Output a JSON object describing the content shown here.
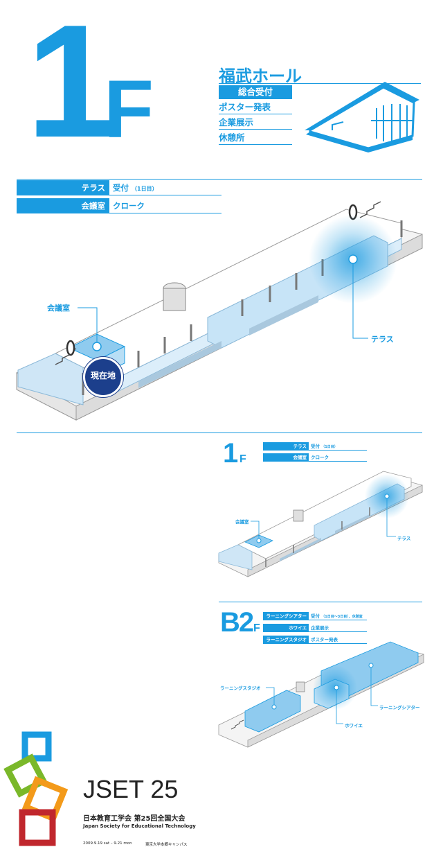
{
  "header": {
    "floor_number": "1",
    "floor_letter": "F",
    "hall_title": "福武ホール",
    "hall_items": [
      "総合受付",
      "ポスター発表",
      "企業展示",
      "休憩所"
    ],
    "selected_index": 0
  },
  "main_map": {
    "rows": [
      {
        "label": "テラス",
        "value": "受付",
        "value_note": "（1日目）"
      },
      {
        "label": "会議室",
        "value": "クローク"
      }
    ],
    "callouts": {
      "meeting_room": "会議室",
      "terrace": "テラス",
      "current_location": "現在地"
    }
  },
  "mini_1f": {
    "floor_number": "1",
    "floor_letter": "F",
    "rows": [
      {
        "label": "テラス",
        "value": "受付",
        "value_note": "（1日目）"
      },
      {
        "label": "会議室",
        "value": "クローク"
      }
    ],
    "callouts": {
      "meeting_room": "会議室",
      "terrace": "テラス"
    }
  },
  "mini_b2f": {
    "floor_number": "B2",
    "floor_letter": "F",
    "rows": [
      {
        "label": "ラーニングシアター",
        "value": "受付",
        "value_note": "（1日目〜3日目）、休憩室"
      },
      {
        "label": "ホワイエ",
        "value": "企業展示"
      },
      {
        "label": "ラーニングスタジオ",
        "value": "ポスター発表"
      }
    ],
    "callouts": {
      "studio": "ラーニングスタジオ",
      "foyer": "ホワイエ",
      "theater": "ラーニングシアター"
    }
  },
  "footer": {
    "logo_title": "JSET 25",
    "japanese_name": "日本教育工学会 第25回全国大会",
    "english_name": "Japan Society for Educational Technology",
    "dates": "2009.9.19 sat – 9.21 mon",
    "venue": "東京大学本郷キャンパス"
  },
  "colors": {
    "accent": "#1a9be0",
    "logo_blue": "#1a9be0",
    "logo_green": "#7ab82a",
    "logo_orange": "#f39a1a",
    "logo_red": "#c0272d",
    "navy": "#1c3f8c"
  }
}
